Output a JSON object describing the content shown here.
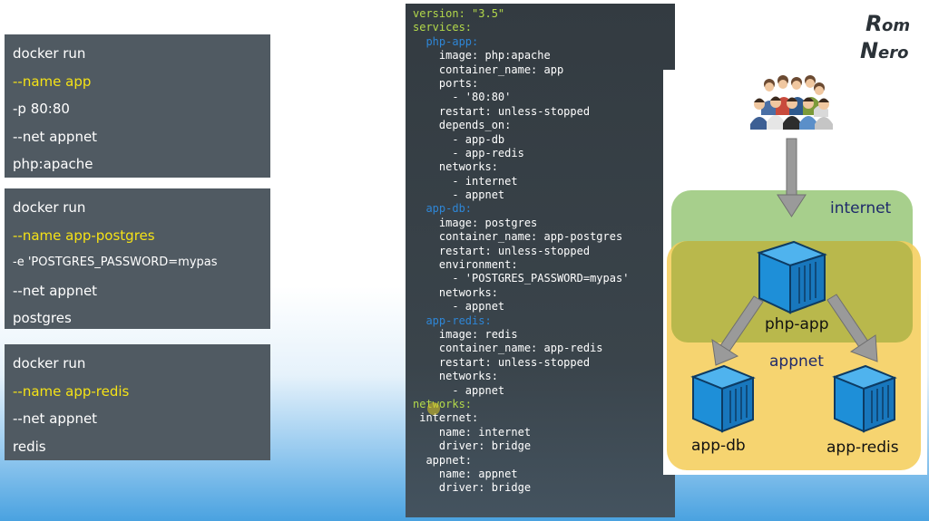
{
  "commands": [
    {
      "lines": [
        "docker run",
        "--name app",
        "-p 80:80",
        "--net appnet",
        "php:apache"
      ]
    },
    {
      "lines": [
        "docker run",
        "--name app-postgres",
        "-e 'POSTGRES_PASSWORD=mypas",
        "--net appnet",
        "postgres"
      ]
    },
    {
      "lines": [
        "docker run",
        "--name app-redis",
        "--net appnet",
        "redis"
      ]
    }
  ],
  "compose": {
    "lines": [
      "version: \"3.5\"",
      "services:",
      "  php-app:",
      "    image: php:apache",
      "    container_name: app",
      "    ports:",
      "      - '80:80'",
      "    restart: unless-stopped",
      "    depends_on:",
      "      - app-db",
      "      - app-redis",
      "    networks:",
      "      - internet",
      "      - appnet",
      "  app-db:",
      "    image: postgres",
      "    container_name: app-postgres",
      "    restart: unless-stopped",
      "    environment:",
      "      - 'POSTGRES_PASSWORD=mypas'",
      "    networks:",
      "      - appnet",
      "  app-redis:",
      "    image: redis",
      "    container_name: app-redis",
      "    restart: unless-stopped",
      "    networks:",
      "      - appnet",
      "networks:",
      " internet:",
      "    name: internet",
      "    driver: bridge",
      "  appnet:",
      "    name: appnet",
      "    driver: bridge"
    ]
  },
  "diagram": {
    "internet_label": "internet",
    "appnet_label": "appnet",
    "nodes": {
      "php_app": "php-app",
      "app_db": "app-db",
      "app_redis": "app-redis"
    }
  },
  "logo": {
    "line1": "Rom",
    "line2": "Nero"
  },
  "colors": {
    "highlight": "#f5e216",
    "yaml_top_key": "#b3d94a",
    "yaml_service_key": "#2e86d6",
    "internet_zone": "#a7cf8c",
    "appnet_zone": "#f5ce5c",
    "container": "#1e8fd8"
  }
}
